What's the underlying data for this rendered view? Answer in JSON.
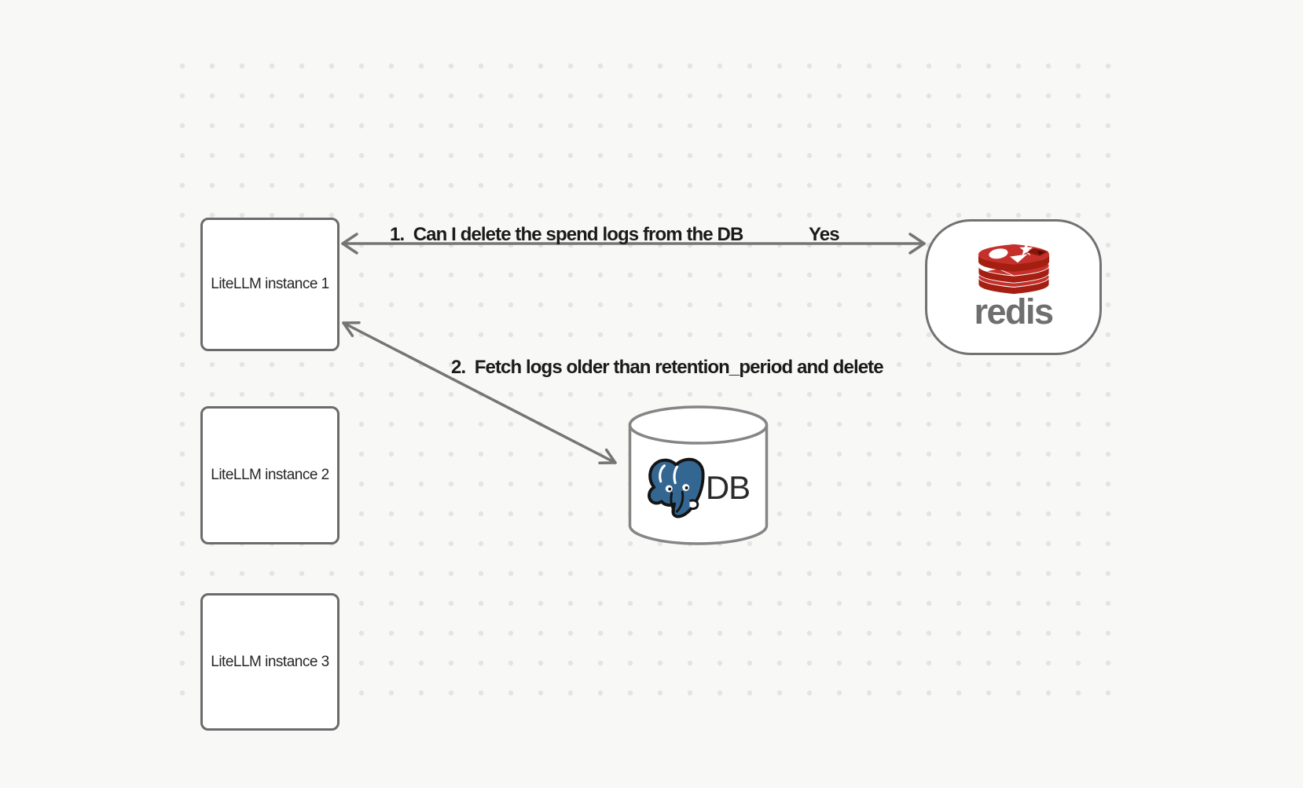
{
  "canvas": {
    "background_color": "#f8f8f7",
    "grid_dot_color": "#e4e4e2",
    "stroke_color": "#6b6b6b",
    "arrow_color": "#757575"
  },
  "nodes": {
    "instance1": {
      "label": "LiteLLM instance 1"
    },
    "instance2": {
      "label": "LiteLLM instance 2"
    },
    "instance3": {
      "label": "LiteLLM instance 3"
    },
    "redis": {
      "wordmark": "redis",
      "icon": "redis-stack-logo",
      "logo_red": "#c6302b",
      "logo_dark_red": "#a41e11",
      "wordmark_color": "#6e6e6e"
    },
    "db": {
      "label": "DB",
      "icon": "postgresql-elephant-logo",
      "postgres_blue": "#336791"
    }
  },
  "arrows": {
    "redis_query": {
      "label": "1.  Can I delete the spend logs from the DB",
      "response": "Yes"
    },
    "db_fetch": {
      "label": "2.  Fetch logs older than retention_period and delete"
    }
  }
}
